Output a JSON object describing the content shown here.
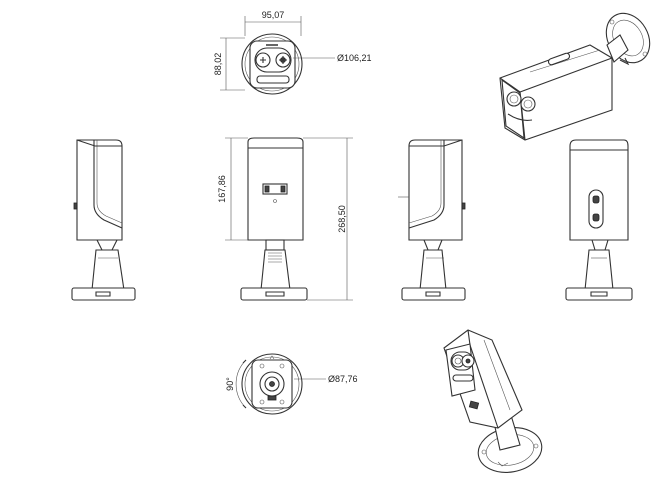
{
  "dimensions": {
    "front_width": "95,07",
    "front_height": "88,02",
    "front_diameter": "Ø106,21",
    "side_body_height": "167,86",
    "side_total_height": "268,50",
    "base_angle": "90°",
    "base_diameter": "Ø87,76"
  },
  "views": [
    "front-view",
    "isometric-view-top-right",
    "left-side-view",
    "rear-view",
    "right-side-view",
    "right-view-with-window",
    "base-bottom-view",
    "isometric-view-bottom"
  ],
  "colors": {
    "line": "#333333",
    "dim_text": "#222222",
    "background": "#ffffff"
  }
}
